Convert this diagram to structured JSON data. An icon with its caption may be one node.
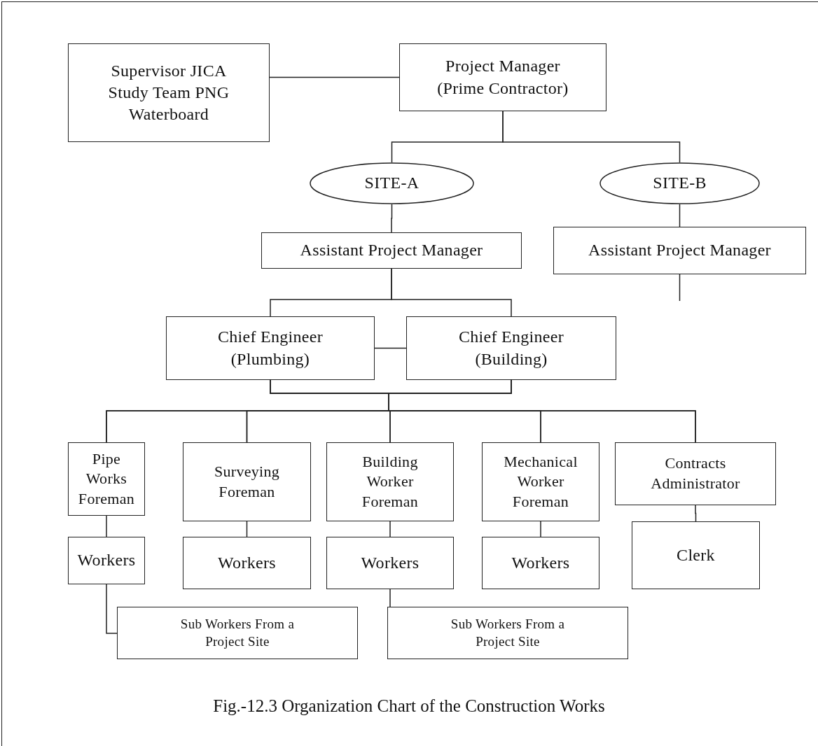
{
  "diagram": {
    "caption": "Fig.-12.3 Organization Chart of the Construction Works",
    "nodes": [
      {
        "text": [
          "Supervisor JICA Study Team PNG Waterboard"
        ]
      },
      {
        "text": [
          "Project Manager (Prime Contractor)"
        ]
      },
      {
        "text": [
          "SITE-A"
        ]
      },
      {
        "text": [
          "SITE-B"
        ]
      },
      {
        "text": [
          "Assistant Project Manager"
        ]
      },
      {
        "text": [
          "Assistant Project Manager"
        ]
      },
      {
        "text": [
          "Chief Engineer (Plumbing)"
        ]
      },
      {
        "text": [
          "Chief Engineer (Building)"
        ]
      },
      {
        "text": [
          "Pipe Works Foreman"
        ]
      },
      {
        "text": [
          "Surveying Foreman"
        ]
      },
      {
        "text": [
          "Building Worker Foreman"
        ]
      },
      {
        "text": [
          "Mechanical Worker Foreman"
        ]
      },
      {
        "text": [
          "Contracts Administrator"
        ]
      },
      {
        "text": [
          "Workers"
        ]
      },
      {
        "text": [
          "Workers"
        ]
      },
      {
        "text": [
          "Workers"
        ]
      },
      {
        "text": [
          "Workers"
        ]
      },
      {
        "text": [
          "Clerk"
        ]
      },
      {
        "text": [
          "Sub Workers From a Project Site"
        ]
      },
      {
        "text": [
          "Sub Workers From a Project Site"
        ]
      }
    ],
    "edges": [
      {
        "from": 0,
        "to": 1,
        "arrow": "none"
      },
      {
        "from": 1,
        "to": 2,
        "arrow": "none"
      },
      {
        "from": 1,
        "to": 3,
        "arrow": "none"
      },
      {
        "from": 2,
        "to": 4,
        "arrow": "none"
      },
      {
        "from": 3,
        "to": 5,
        "arrow": "none"
      },
      {
        "from": 5,
        "to": null,
        "arrow": "none"
      },
      {
        "from": 4,
        "to": 6,
        "arrow": "none"
      },
      {
        "from": 4,
        "to": 7,
        "arrow": "none"
      },
      {
        "from": 6,
        "to": 7,
        "arrow": "none"
      },
      {
        "from": 6,
        "to": 8,
        "arrow": "none"
      },
      {
        "from": 6,
        "to": 9,
        "arrow": "none"
      },
      {
        "from": 6,
        "to": 10,
        "arrow": "none"
      },
      {
        "from": 6,
        "to": 11,
        "arrow": "none"
      },
      {
        "from": 6,
        "to": 12,
        "arrow": "none"
      },
      {
        "from": 7,
        "to": 8,
        "arrow": "none"
      },
      {
        "from": 7,
        "to": 9,
        "arrow": "none"
      },
      {
        "from": 7,
        "to": 10,
        "arrow": "none"
      },
      {
        "from": 7,
        "to": 11,
        "arrow": "none"
      },
      {
        "from": 7,
        "to": 12,
        "arrow": "none"
      },
      {
        "from": 8,
        "to": 13,
        "arrow": "none"
      },
      {
        "from": 9,
        "to": 14,
        "arrow": "none"
      },
      {
        "from": 10,
        "to": 15,
        "arrow": "none"
      },
      {
        "from": 11,
        "to": 16,
        "arrow": "none"
      },
      {
        "from": 12,
        "to": 17,
        "arrow": "none"
      },
      {
        "from": 13,
        "to": 18,
        "arrow": "none"
      },
      {
        "from": 15,
        "to": 19,
        "arrow": "none"
      }
    ]
  }
}
